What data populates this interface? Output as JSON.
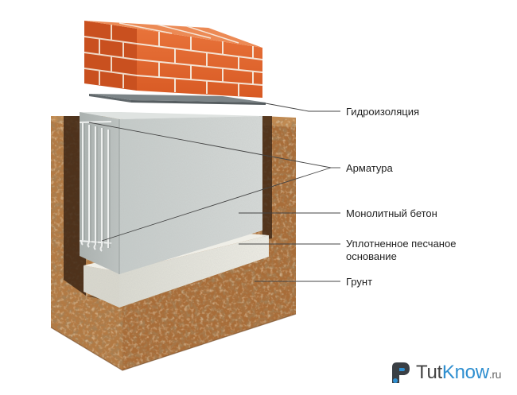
{
  "labels": {
    "waterproofing": "Гидроизоляция",
    "rebar": "Арматура",
    "concrete": "Монолитный бетон",
    "sand_line1": "Уплотненное песчаное",
    "sand_line2": "основание",
    "soil": "Грунт"
  },
  "logo": {
    "part1": "Tut",
    "part2": "Know",
    "part3": ".ru"
  },
  "colors": {
    "brick": "#e2652d",
    "mortar": "#f3e7dc",
    "concrete": "#cdd2d0",
    "soil": "#b47a43",
    "sand": "#e6e5dd",
    "leader": "#444444",
    "brand_blue": "#2f8fd0"
  }
}
